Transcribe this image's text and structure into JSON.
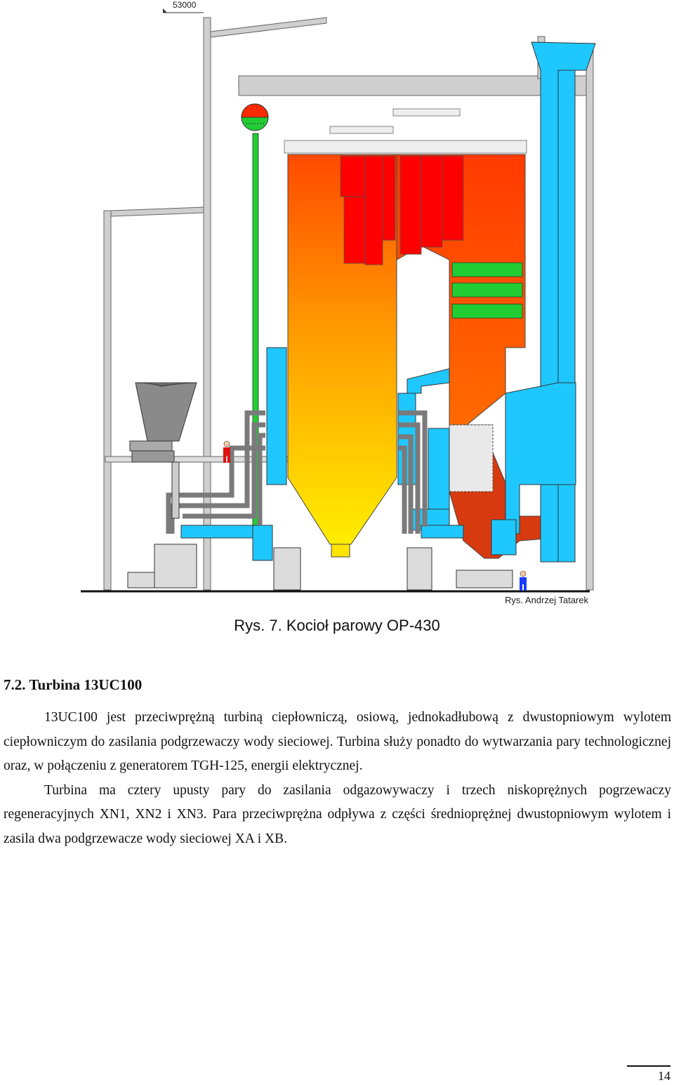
{
  "figure": {
    "elevation_label": "53000",
    "credit": "Rys. Andrzej Tatarek",
    "caption": "Rys. 7. Kocioł parowy OP-430",
    "colors": {
      "furnace_top": "#ff3b00",
      "furnace_bottom": "#ffee00",
      "superheater": "#ff0000",
      "economizer": "#22cc33",
      "water_pipes": "#1ec8ff",
      "structure": "#c9c9c9",
      "mill": "#8a8a8a",
      "air_heater": "#d83a10"
    }
  },
  "section": {
    "heading": "7.2. Turbina 13UC100",
    "paragraphs": [
      "13UC100 jest przeciwprężną turbiną ciepłowniczą, osiową, jednokadłubową z dwustopniowym wylotem ciepłowniczym do zasilania podgrzewaczy wody sieciowej. Turbina służy ponadto do wytwarzania pary technologicznej oraz, w połączeniu z generatorem TGH-125, energii elektrycznej.",
      "Turbina ma cztery upusty pary do zasilania odgazowywaczy i trzech niskoprężnych pogrzewaczy regeneracyjnych XN1, XN2 i XN3. Para przeciwprężna odpływa z części średnioprężnej dwustopniowym wylotem i zasila dwa podgrzewacze wody sieciowej XA i XB."
    ]
  },
  "page_number": "14"
}
